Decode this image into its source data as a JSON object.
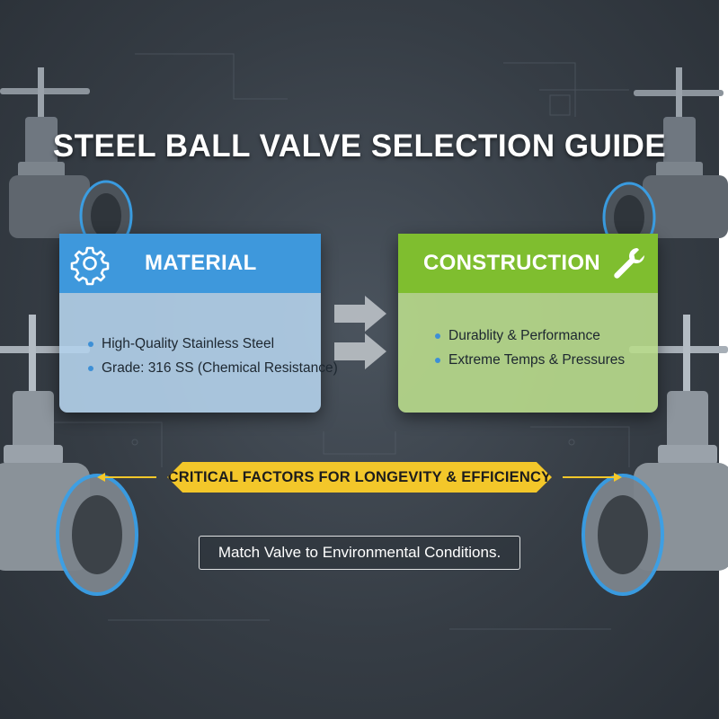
{
  "title": "STEEL BALL VALVE SELECTION GUIDE",
  "colors": {
    "background": "#363d45",
    "material_header": "#3e98dc",
    "material_body": "#b4d2eb",
    "construction_header": "#7fbe2f",
    "construction_body": "#b9dc8c",
    "banner": "#f3c72a",
    "bullet": "#3d8fd6"
  },
  "cards": {
    "material": {
      "title": "MATERIAL",
      "icon": "gear-icon",
      "bullets": [
        "High-Quality Stainless Steel",
        "Grade: 316 SS (Chemical Resistance)"
      ]
    },
    "construction": {
      "title": "CONSTRUCTION",
      "icon": "wrench-icon",
      "bullets": [
        "Durablity & Performance",
        "Extreme Temps & Pressures"
      ]
    }
  },
  "banner": {
    "text": "CRITICAL FACTORS FOR LONGEVITY & EFFICIENCY",
    "icon": "double-arrow-icon"
  },
  "note": {
    "text": "Match Valve to Environmental Conditions."
  },
  "decor": {
    "connector_icon": "right-arrow-icon",
    "illustration": "gate-valve-icon"
  }
}
